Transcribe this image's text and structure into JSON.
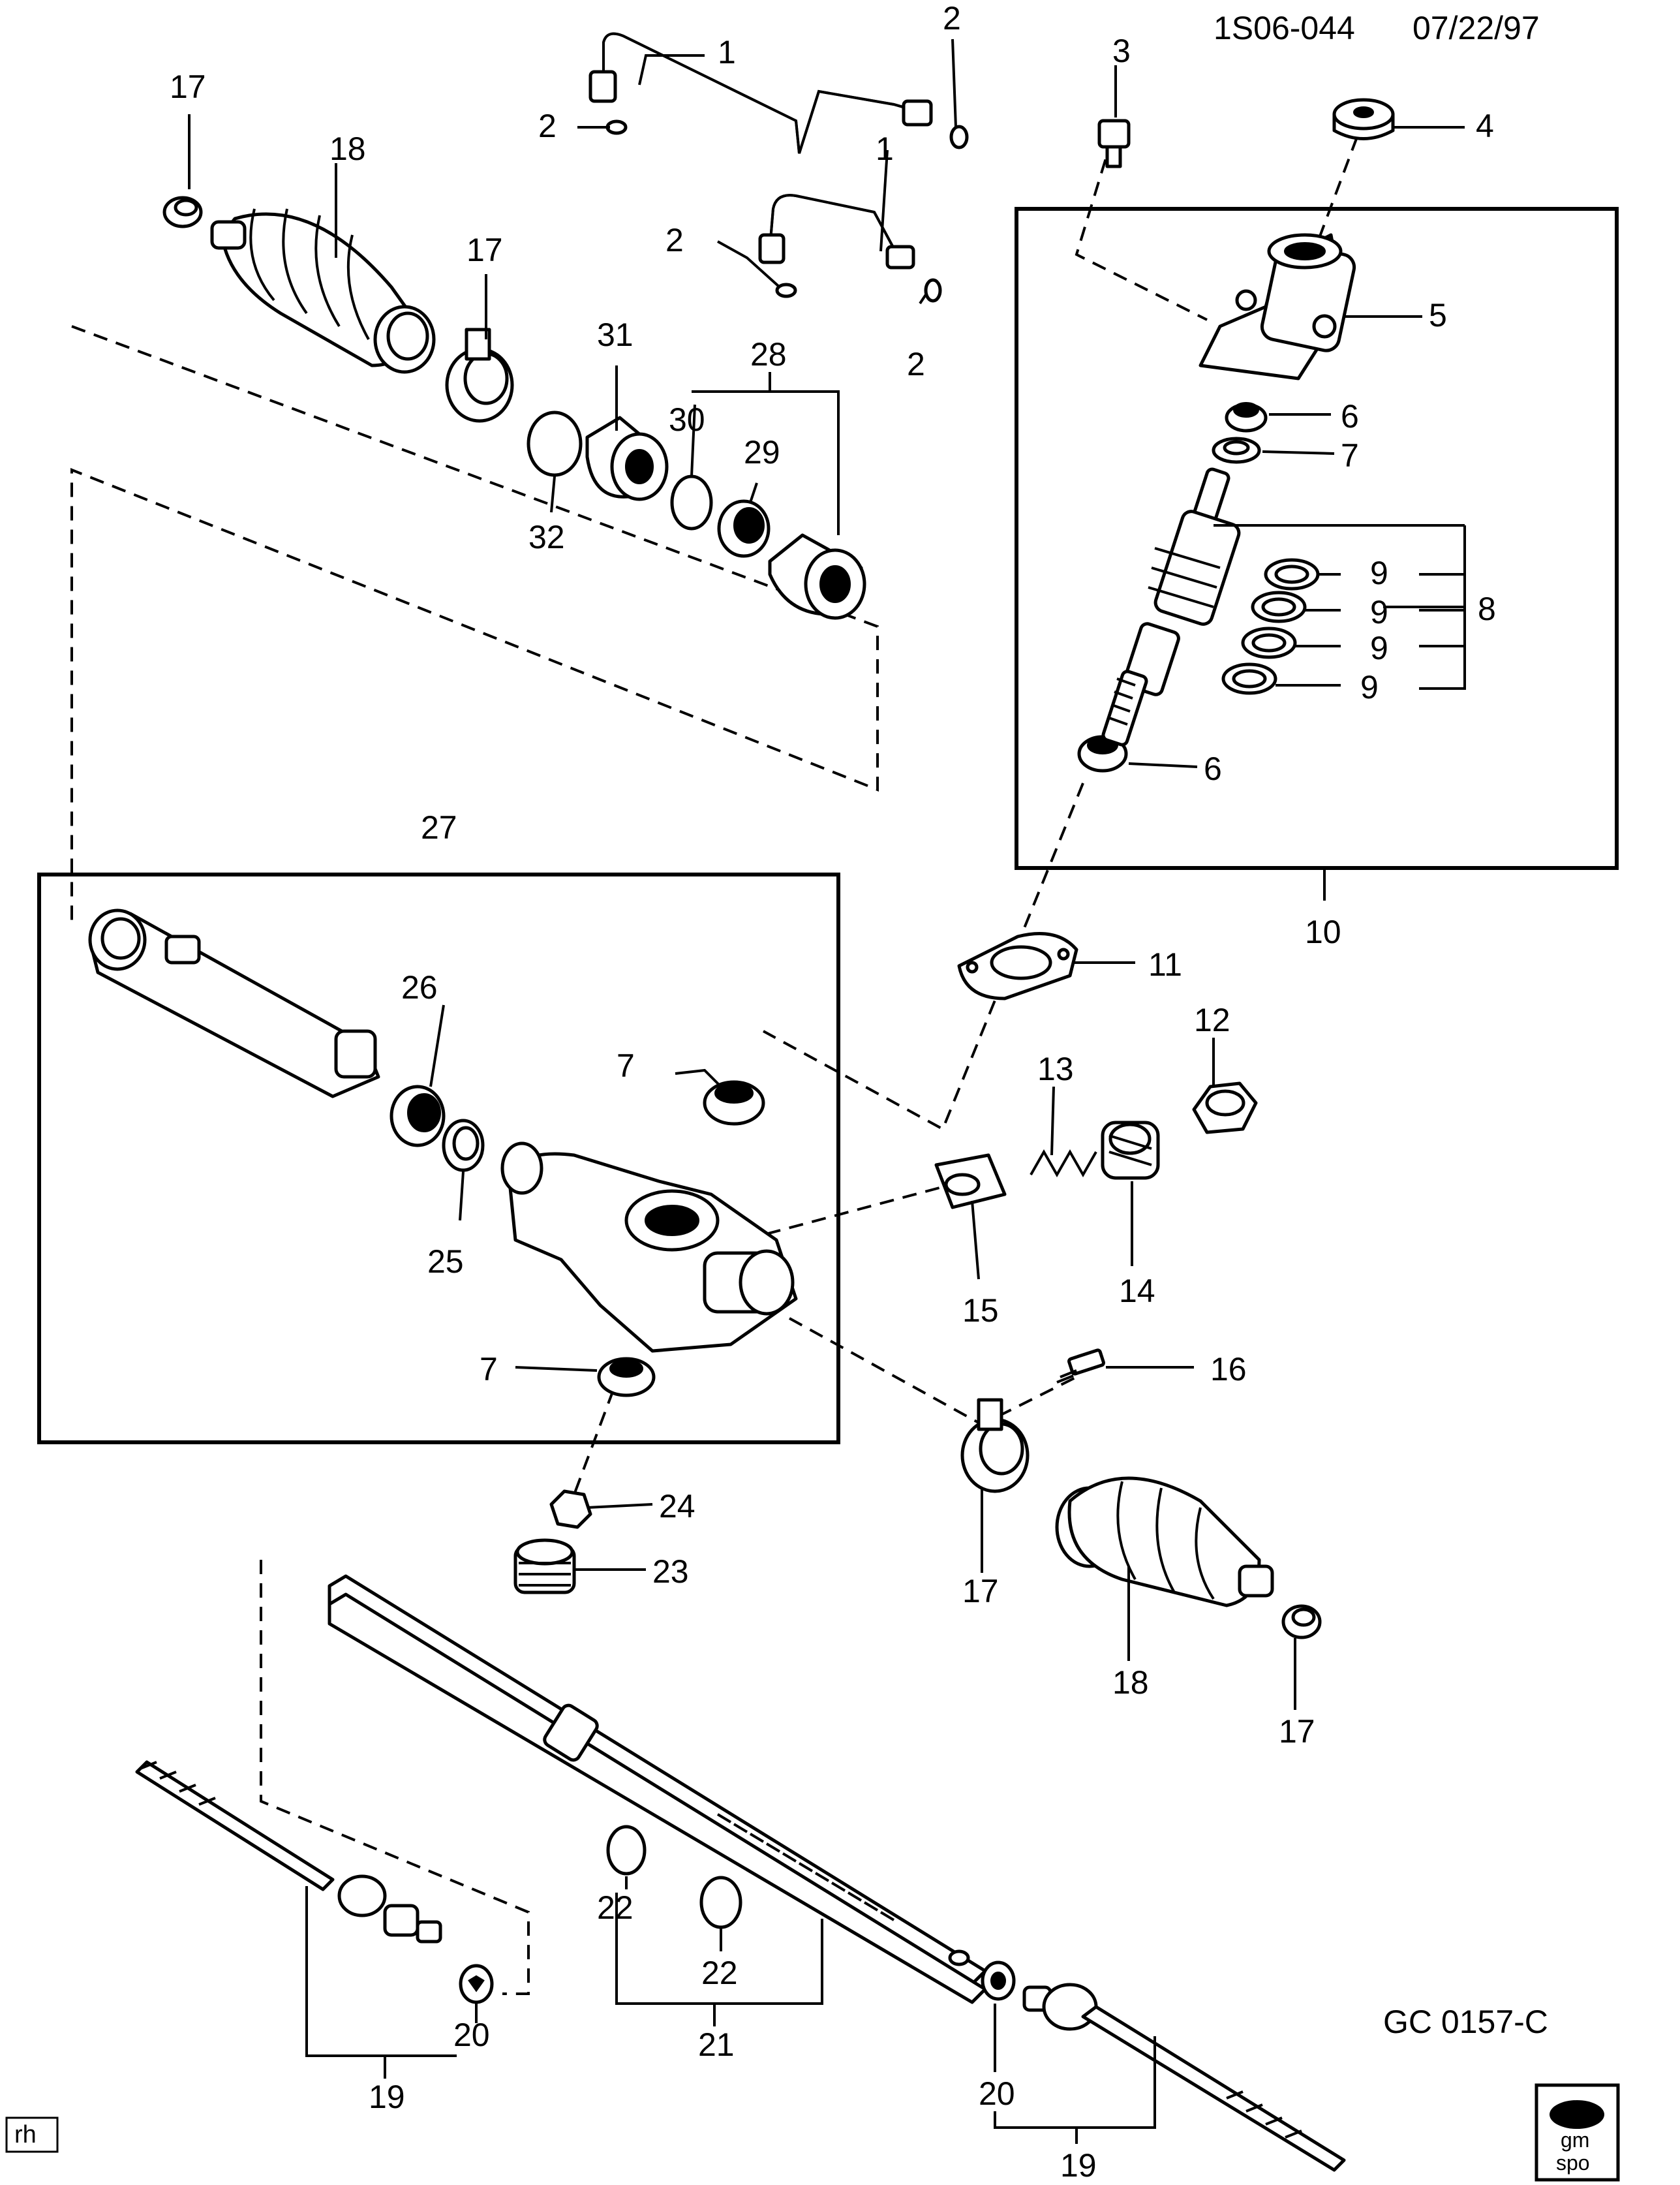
{
  "header": {
    "drawing_number": "1S06-044",
    "date": "07/22/97"
  },
  "footer": {
    "figure_code": "GC 0157-C",
    "corner_tag": "rh",
    "logo_text_top": "gm",
    "logo_text_bottom": "spo"
  },
  "groups": {
    "pinion_housing_box": "10",
    "rack_housing_box": "27"
  },
  "callouts": {
    "c1a": "1",
    "c1b": "1",
    "c2a": "2",
    "c2b": "2",
    "c2c": "2",
    "c2d": "2",
    "c3": "3",
    "c4": "4",
    "c5": "5",
    "c6a": "6",
    "c6b": "6",
    "c7a": "7",
    "c7b": "7",
    "c7c": "7",
    "c8": "8",
    "c9a": "9",
    "c9b": "9",
    "c9c": "9",
    "c9d": "9",
    "c11": "11",
    "c12": "12",
    "c13": "13",
    "c14": "14",
    "c15": "15",
    "c16": "16",
    "c17a": "17",
    "c17b": "17",
    "c17c": "17",
    "c17d": "17",
    "c18a": "18",
    "c18b": "18",
    "c19a": "19",
    "c19b": "19",
    "c20a": "20",
    "c20b": "20",
    "c21": "21",
    "c22a": "22",
    "c22b": "22",
    "c23": "23",
    "c24": "24",
    "c25": "25",
    "c26": "26",
    "c28": "28",
    "c29": "29",
    "c30": "30",
    "c31": "31",
    "c32": "32"
  }
}
